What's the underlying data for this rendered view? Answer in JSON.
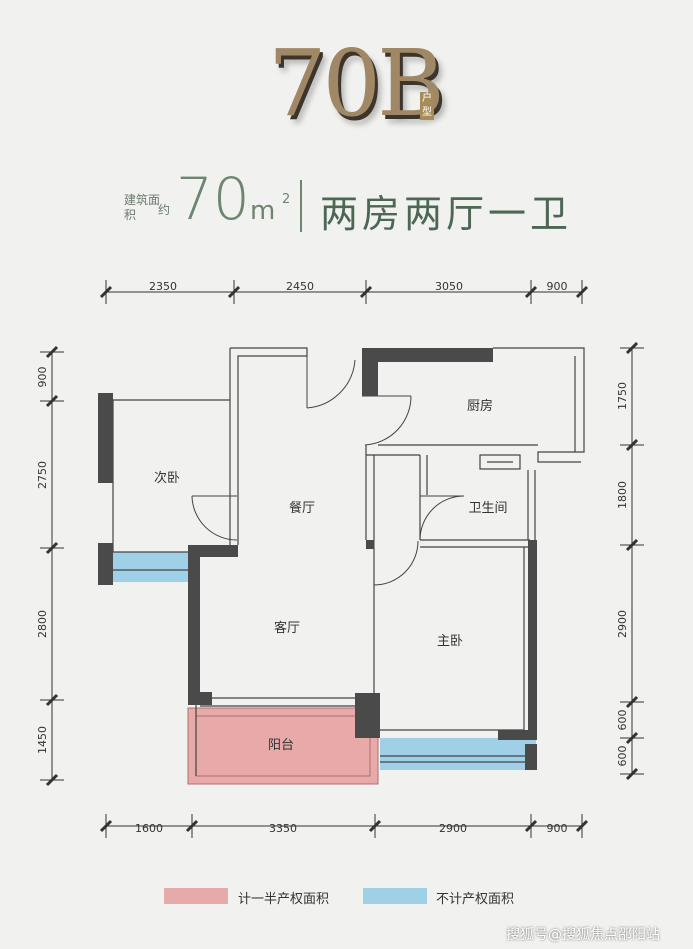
{
  "header": {
    "type_code": "70B",
    "type_suffix": "户型",
    "area_label": "建筑面积",
    "area_approx": "约",
    "area_value": "70",
    "area_unit": "m",
    "area_unit_sup": "2",
    "layout": "两房两厅一卫"
  },
  "dimensions": {
    "top": [
      "2350",
      "2450",
      "3050",
      "900"
    ],
    "bottom": [
      "1600",
      "3350",
      "2900",
      "900"
    ],
    "left": [
      "900",
      "2750",
      "2800",
      "1450"
    ],
    "right": [
      "1750",
      "1800",
      "2900",
      "600",
      "600"
    ]
  },
  "rooms": {
    "secondary_bedroom": "次卧",
    "dining_room": "餐厅",
    "kitchen": "厨房",
    "bathroom": "卫生间",
    "living_room": "客厅",
    "master_bedroom": "主卧",
    "balcony": "阳台"
  },
  "legend": {
    "half_area": "计一半产权面积",
    "no_area": "不计产权面积",
    "half_color": "#e8a9a9",
    "no_color": "#9fd0e8"
  },
  "watermark": "搜狐号@搜狐焦点邵阳站"
}
